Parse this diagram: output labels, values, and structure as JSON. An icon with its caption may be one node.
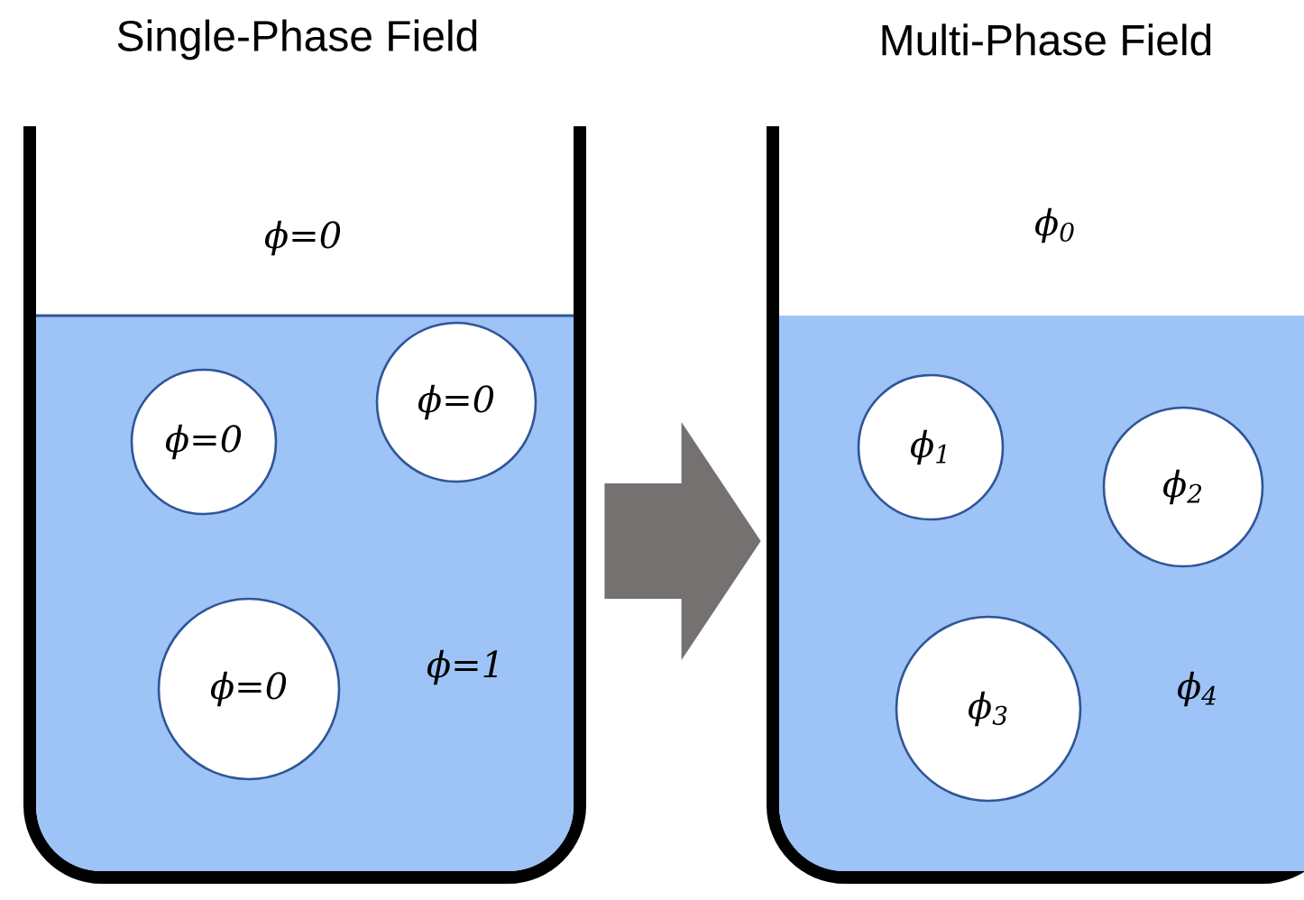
{
  "diagram": {
    "nodes": [
      {
        "text": [
          "Single-Phase Field",
          "ϕ=0"
        ]
      },
      {
        "text": [
          "ϕ=1"
        ],
        "in": 0
      },
      {
        "text": [
          "ϕ=0"
        ],
        "in": 1
      },
      {
        "text": [
          "ϕ=0"
        ],
        "in": 1
      },
      {
        "text": [
          "ϕ=0"
        ],
        "in": 1
      },
      {
        "text": [
          "Multi-Phase Field",
          "ϕ$_{0}$"
        ]
      },
      {
        "text": [
          "ϕ$_{4}$"
        ],
        "in": 5
      },
      {
        "text": [
          "ϕ$_{1}$"
        ],
        "in": 6
      },
      {
        "text": [
          "ϕ$_{2}$"
        ],
        "in": 6
      },
      {
        "text": [
          "ϕ$_{3}$"
        ],
        "in": 6
      }
    ],
    "edges": [
      {
        "from": 0,
        "to": 5,
        "arrow": "to",
        "color": "#767171"
      }
    ]
  }
}
